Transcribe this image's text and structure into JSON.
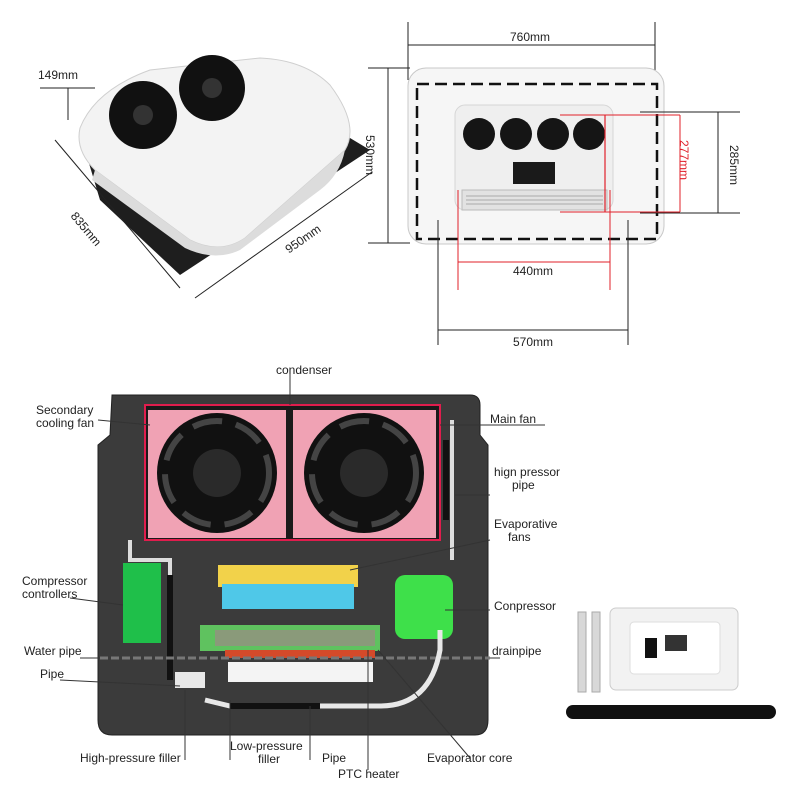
{
  "dimensions": {
    "height": "149mm",
    "depth": "835mm",
    "width": "950mm",
    "top_width": "760mm",
    "top_depth": "530mm",
    "inner_277": "277mm",
    "inner_285": "285mm",
    "inner_440": "440mm",
    "inner_570": "570mm"
  },
  "labels": {
    "condenser": "condenser",
    "secondary_fan_1": "Secondary",
    "secondary_fan_2": "cooling fan",
    "main_fan": "Main fan",
    "high_pipe_1": "hign pressor",
    "high_pipe_2": "pipe",
    "evap_fans_1": "Evaporative",
    "evap_fans_2": "fans",
    "comp_ctrl_1": "Compressor",
    "comp_ctrl_2": "controllers",
    "compressor": "Conpressor",
    "water_pipe": "Water pipe",
    "drainpipe": "drainpipe",
    "pipe_left": "Pipe",
    "high_filler": "High-pressure filler",
    "low_filler_1": "Low-pressure",
    "low_filler_2": "filler",
    "pipe_bottom": "Pipe",
    "ptc_heater": "PTC heater",
    "evap_core": "Evaporator core"
  },
  "colors": {
    "red_dim": "#e0202a",
    "unit_white": "#f2f2f2",
    "base_dark": "#3a3a3a",
    "fan_pink": "#f08aa0",
    "green": "#2bd24a",
    "yellow": "#f2d24a",
    "cyan": "#4fc8e8"
  }
}
